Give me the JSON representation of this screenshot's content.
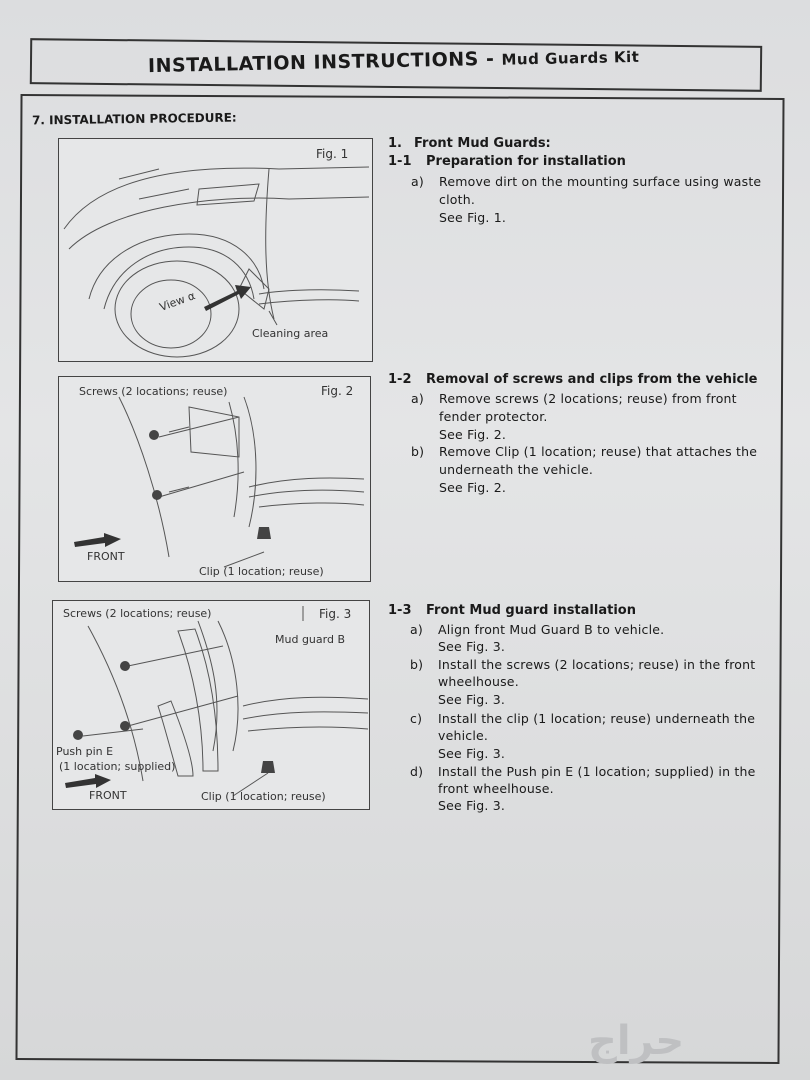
{
  "doc": {
    "title_main": "INSTALLATION INSTRUCTIONS -",
    "title_sub": "Mud Guards Kit",
    "procedure_label": "7.  INSTALLATION PROCEDURE:",
    "watermark": "حراج"
  },
  "figures": {
    "fig1": {
      "label": "Fig. 1",
      "view": "View α",
      "cleaning": "Cleaning area"
    },
    "fig2": {
      "label": "Fig. 2",
      "screws": "Screws (2 locations; reuse)",
      "front": "FRONT",
      "clip": "Clip (1 location; reuse)"
    },
    "fig3": {
      "label": "Fig. 3",
      "screws": "Screws (2 locations; reuse)",
      "mudguard": "Mud guard B",
      "pushpin": "Push pin E",
      "pushpin_sub": "(1 location; supplied)",
      "front": "FRONT",
      "clip": "Clip (1 location; reuse)"
    }
  },
  "section1": {
    "num": "1.",
    "title": "Front Mud Guards:",
    "s1": {
      "num": "1-1",
      "title": "Preparation for installation",
      "a_letter": "a)",
      "a1": "Remove dirt on the mounting surface using waste",
      "a2": "cloth.",
      "a3": "See Fig. 1."
    },
    "s2": {
      "num": "1-2",
      "title": "Removal of screws and clips from the vehicle",
      "a_letter": "a)",
      "a1": "Remove screws (2 locations; reuse) from front",
      "a2": "fender protector.",
      "a3": "See Fig. 2.",
      "b_letter": "b)",
      "b1": "Remove Clip (1 location; reuse) that attaches the",
      "b2": "underneath the vehicle.",
      "b3": "See Fig. 2."
    },
    "s3": {
      "num": "1-3",
      "title": "Front Mud guard installation",
      "a_letter": "a)",
      "a1": "Align front Mud Guard B to vehicle.",
      "a2": "See Fig. 3.",
      "b_letter": "b)",
      "b1": "Install the screws (2 locations; reuse) in the front",
      "b2": "wheelhouse.",
      "b3": "See Fig. 3.",
      "c_letter": "c)",
      "c1": "Install the clip (1 location; reuse) underneath the",
      "c2": "vehicle.",
      "c3": "See Fig. 3.",
      "d_letter": "d)",
      "d1": "Install the Push pin E (1 location; supplied) in the",
      "d2": "front wheelhouse.",
      "d3": "See Fig. 3."
    }
  }
}
